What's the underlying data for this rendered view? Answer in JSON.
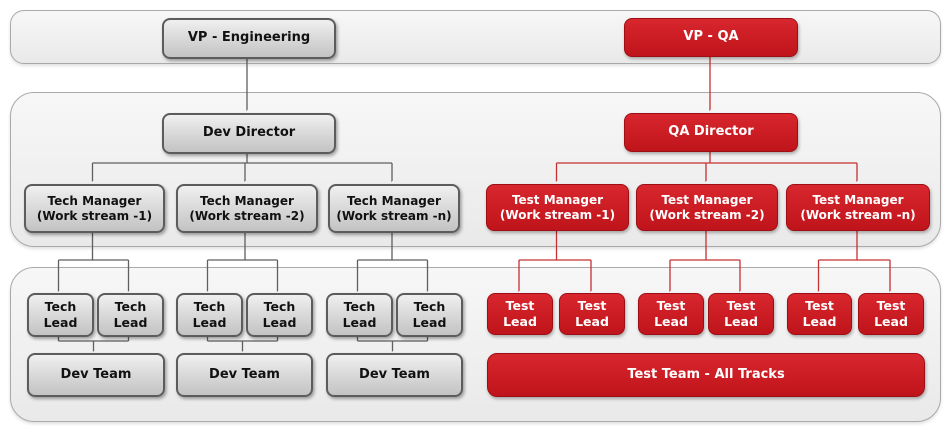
{
  "colors": {
    "qa_red": "#cb1c23",
    "qa_line_red": "#c53031",
    "dev_gray_box": "#d6d6d6",
    "dev_line_gray": "#5f5f5f",
    "band_fill": "#f0f0f0"
  },
  "nodes": {
    "vp_engineering": {
      "label": "VP - Engineering"
    },
    "vp_qa": {
      "label": "VP - QA"
    },
    "dev_director": {
      "label": "Dev Director"
    },
    "qa_director": {
      "label": "QA Director"
    },
    "tech_managers": [
      {
        "line1": "Tech Manager",
        "line2": "(Work stream -1)"
      },
      {
        "line1": "Tech Manager",
        "line2": "(Work stream -2)"
      },
      {
        "line1": "Tech Manager",
        "line2": "(Work stream -n)"
      }
    ],
    "test_managers": [
      {
        "line1": "Test Manager",
        "line2": "(Work stream -1)"
      },
      {
        "line1": "Test Manager",
        "line2": "(Work stream -2)"
      },
      {
        "line1": "Test Manager",
        "line2": "(Work stream -n)"
      }
    ],
    "tech_leads": [
      {
        "line1": "Tech",
        "line2": "Lead"
      },
      {
        "line1": "Tech",
        "line2": "Lead"
      },
      {
        "line1": "Tech",
        "line2": "Lead"
      },
      {
        "line1": "Tech",
        "line2": "Lead"
      },
      {
        "line1": "Tech",
        "line2": "Lead"
      },
      {
        "line1": "Tech",
        "line2": "Lead"
      }
    ],
    "test_leads": [
      {
        "line1": "Test",
        "line2": "Lead"
      },
      {
        "line1": "Test",
        "line2": "Lead"
      },
      {
        "line1": "Test",
        "line2": "Lead"
      },
      {
        "line1": "Test",
        "line2": "Lead"
      },
      {
        "line1": "Test",
        "line2": "Lead"
      },
      {
        "line1": "Test",
        "line2": "Lead"
      }
    ],
    "dev_teams": [
      "Dev Team",
      "Dev Team",
      "Dev Team"
    ],
    "test_team": {
      "label": "Test Team - All Tracks"
    }
  }
}
